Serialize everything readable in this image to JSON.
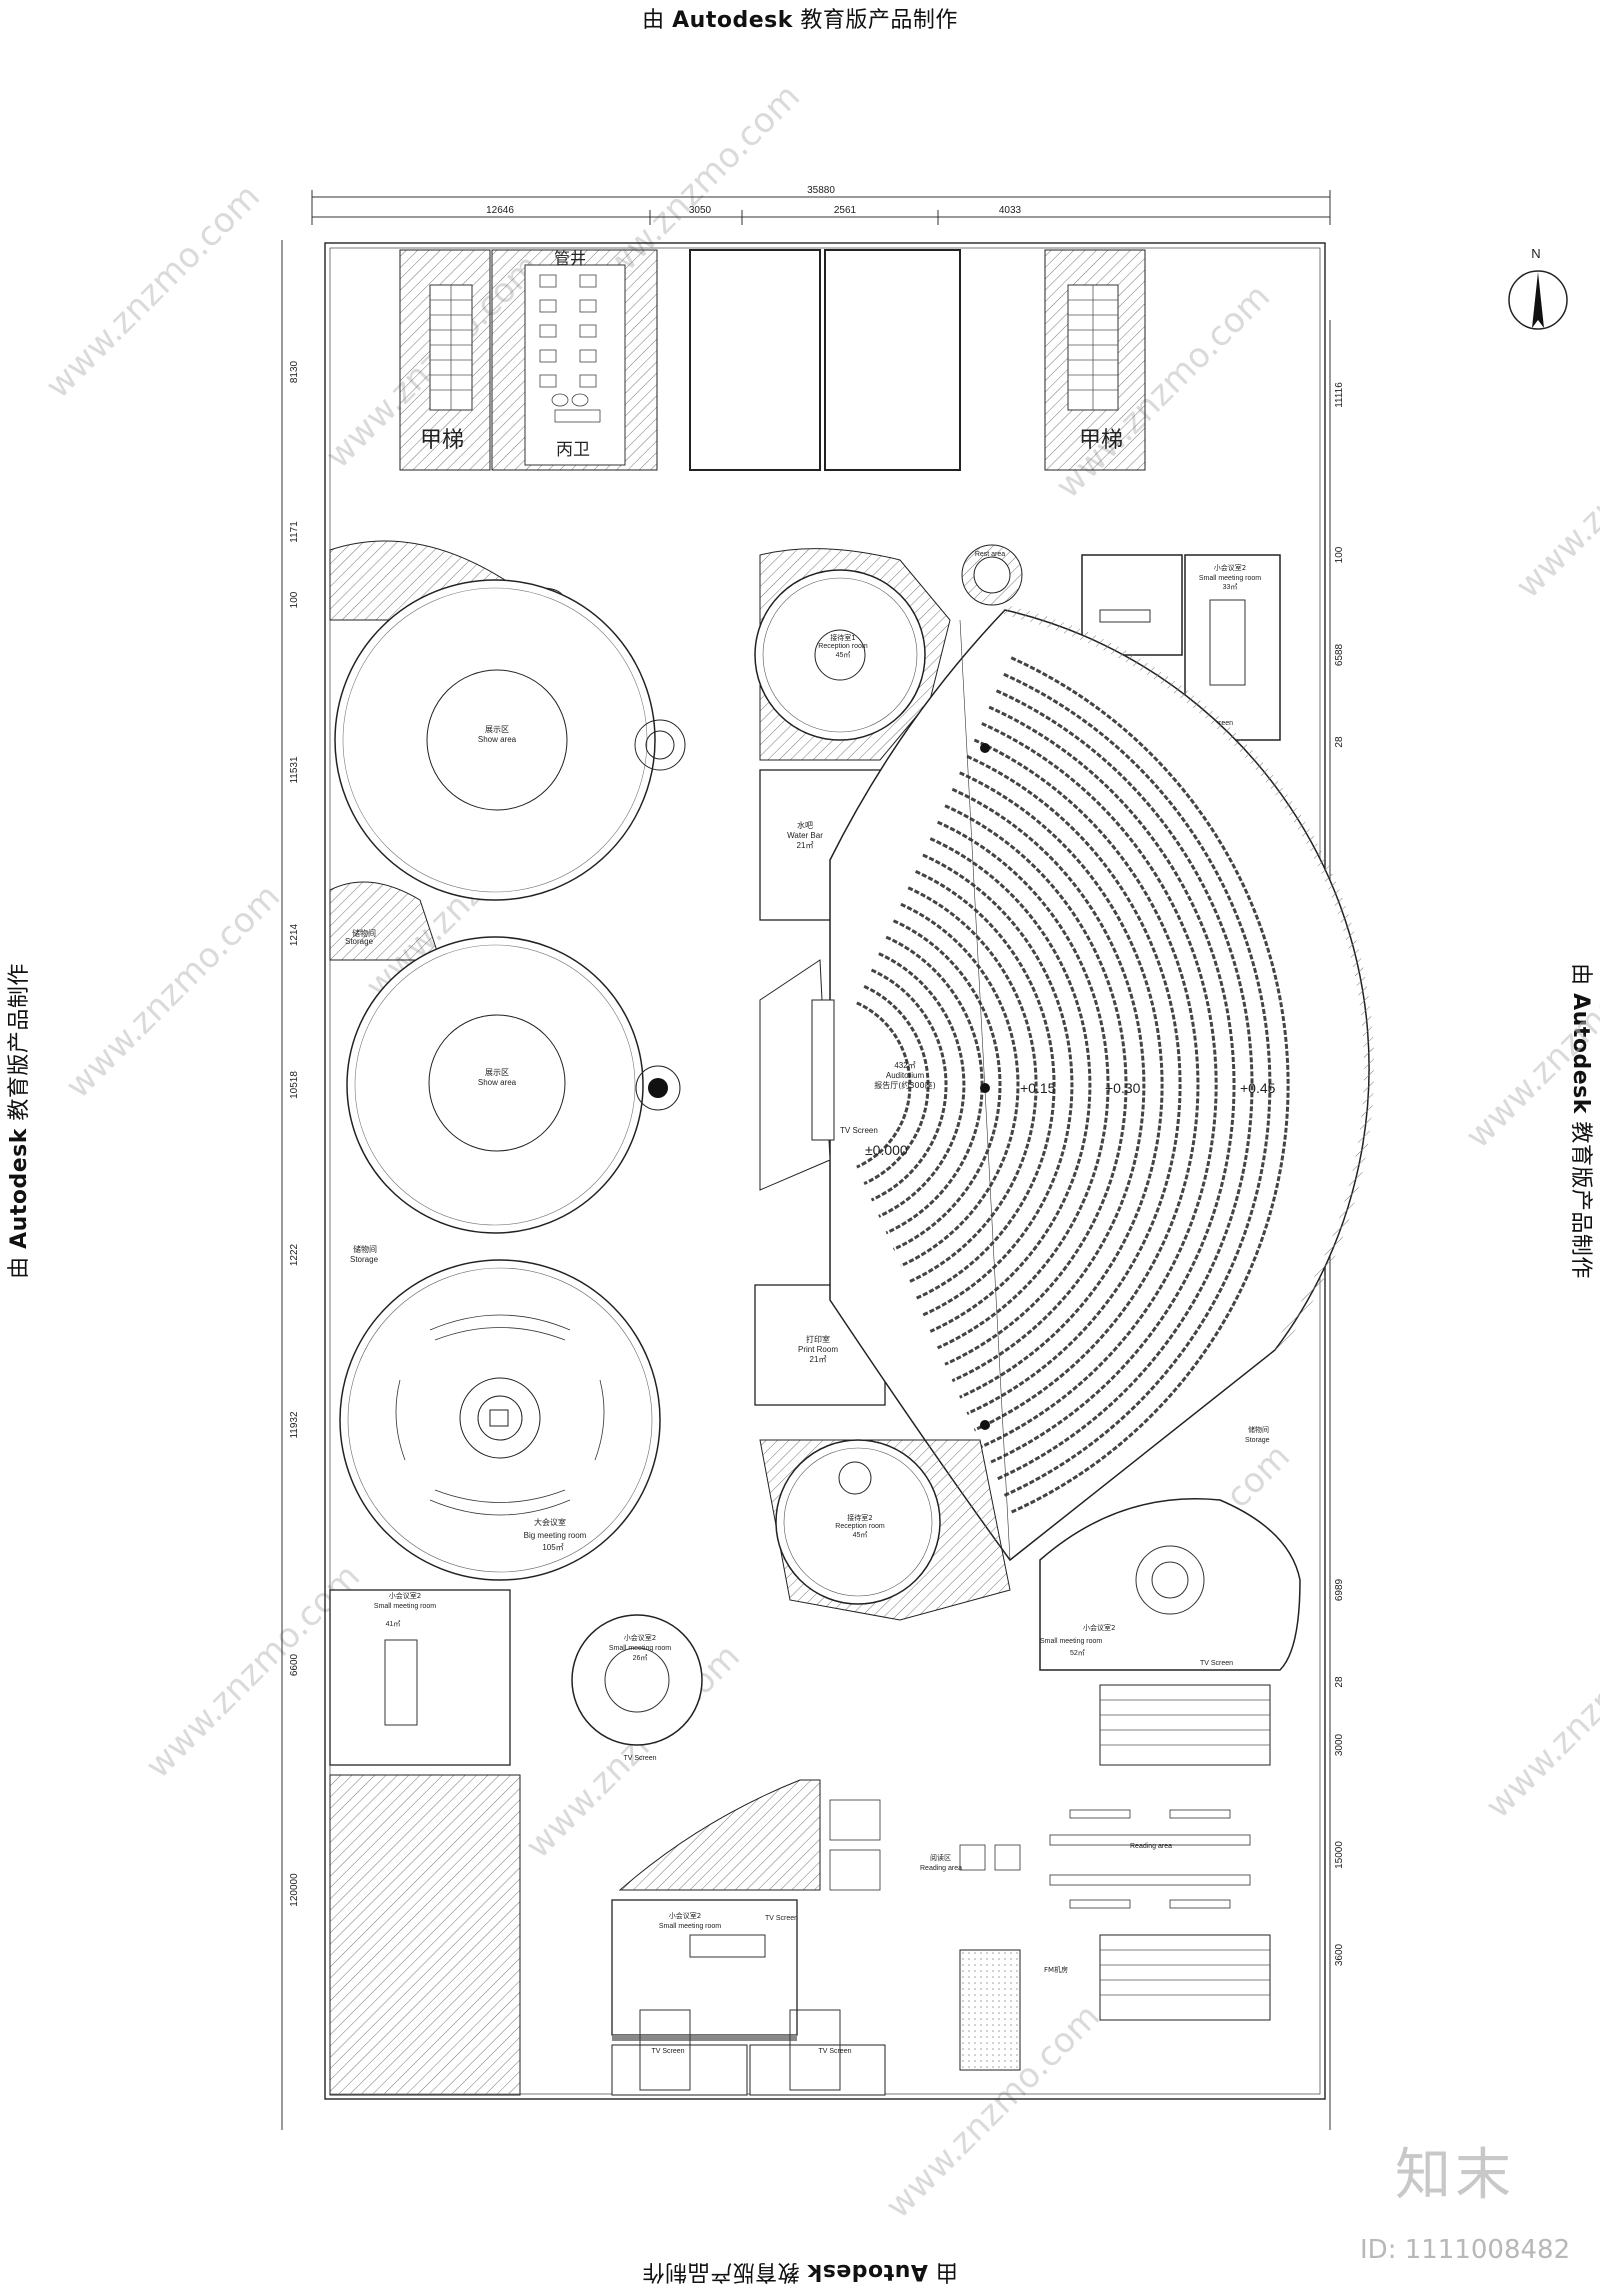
{
  "watermark_text": "由 Autodesk 教育版产品制作",
  "watermark_bold": "Autodesk",
  "watermark_pre": "由 ",
  "watermark_post": " 教育版产品制作",
  "site_watermark": "www.znzmo.com",
  "brand": "知末",
  "image_id": "ID: 1111008482",
  "north": "N",
  "dimensions": {
    "total_width": "35880",
    "top": [
      "12646",
      "3050",
      "2561",
      "4033"
    ],
    "left": [
      "8130",
      "1171",
      "100",
      "11531",
      "1214",
      "10518",
      "1222",
      "11932",
      "6600",
      "120000"
    ],
    "right": [
      "11116",
      "100",
      "6588",
      "28",
      "6989",
      "28",
      "3000",
      "15000",
      "3600"
    ]
  },
  "rooms": {
    "stair_left": "甲梯",
    "stair_right": "甲梯",
    "shaft": "管井",
    "toilet": "丙卫",
    "rest_area": "Rest area",
    "reception_top_zh": "接待室1",
    "reception_top_en": "Reception room",
    "reception_top_area": "45㎡",
    "reception_bottom_zh": "接待室2",
    "reception_bottom_en": "Reception room",
    "reception_bottom_area": "45㎡",
    "small_meeting_zh": "小会议室2",
    "small_meeting_en": "Small meeting room",
    "small_meeting_area": "33㎡",
    "tv_screen": "TV Screen",
    "storage": "Storage",
    "storage_zh": "储物间",
    "show_area": "Show area",
    "show_area_zh": "展示区",
    "water_bar_zh": "水吧",
    "water_bar_en": "Water Bar",
    "water_bar_area": "21㎡",
    "auditorium_area": "432㎡",
    "auditorium_en": "Auditorium",
    "auditorium_zh": "报告厅(约300座)",
    "level_0": "±0.000",
    "level_1": "+0.15",
    "level_2": "+0.30",
    "level_3": "+0.45",
    "print_zh": "打印室",
    "print_en": "Print Room",
    "print_area": "21㎡",
    "big_meeting_zh": "大会议室",
    "big_meeting_en": "Big meeting room",
    "big_meeting_area": "105㎡",
    "small_meeting_41": "41㎡",
    "small_meeting_26": "26㎡",
    "small_meeting_52": "52㎡",
    "reading_area": "Reading area",
    "reading_zh": "阅读区",
    "fm_room": "FM机房"
  }
}
